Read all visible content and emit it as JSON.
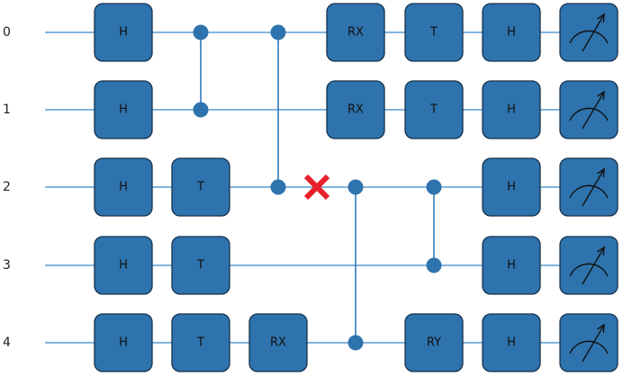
{
  "qubit_labels": [
    "0",
    "1",
    "2",
    "3",
    "4"
  ],
  "operations": [
    {
      "type": "gate",
      "label": "H",
      "qubit": 0,
      "col": 0
    },
    {
      "type": "gate",
      "label": "H",
      "qubit": 1,
      "col": 0
    },
    {
      "type": "gate",
      "label": "H",
      "qubit": 2,
      "col": 0
    },
    {
      "type": "gate",
      "label": "H",
      "qubit": 3,
      "col": 0
    },
    {
      "type": "gate",
      "label": "H",
      "qubit": 4,
      "col": 0
    },
    {
      "type": "gate",
      "label": "T",
      "qubit": 2,
      "col": 1
    },
    {
      "type": "gate",
      "label": "T",
      "qubit": 3,
      "col": 1
    },
    {
      "type": "gate",
      "label": "T",
      "qubit": 4,
      "col": 1
    },
    {
      "type": "control",
      "qubits": [
        0,
        1
      ],
      "col": 1
    },
    {
      "type": "control",
      "qubits": [
        0,
        2
      ],
      "col": 2
    },
    {
      "type": "gate",
      "label": "RX",
      "qubit": 4,
      "col": 2
    },
    {
      "type": "error",
      "qubit": 2,
      "col": 2.5
    },
    {
      "type": "control",
      "qubits": [
        2,
        4
      ],
      "col": 3
    },
    {
      "type": "gate",
      "label": "RX",
      "qubit": 0,
      "col": 3
    },
    {
      "type": "gate",
      "label": "RX",
      "qubit": 1,
      "col": 3
    },
    {
      "type": "gate",
      "label": "T",
      "qubit": 0,
      "col": 4
    },
    {
      "type": "gate",
      "label": "T",
      "qubit": 1,
      "col": 4
    },
    {
      "type": "control",
      "qubits": [
        2,
        3
      ],
      "col": 4
    },
    {
      "type": "gate",
      "label": "RY",
      "qubit": 4,
      "col": 4
    },
    {
      "type": "gate",
      "label": "H",
      "qubit": 0,
      "col": 5
    },
    {
      "type": "gate",
      "label": "H",
      "qubit": 1,
      "col": 5
    },
    {
      "type": "gate",
      "label": "H",
      "qubit": 2,
      "col": 5
    },
    {
      "type": "gate",
      "label": "H",
      "qubit": 3,
      "col": 5
    },
    {
      "type": "gate",
      "label": "H",
      "qubit": 4,
      "col": 5
    },
    {
      "type": "measure",
      "qubit": 0,
      "col": 6
    },
    {
      "type": "measure",
      "qubit": 1,
      "col": 6
    },
    {
      "type": "measure",
      "qubit": 2,
      "col": 6
    },
    {
      "type": "measure",
      "qubit": 3,
      "col": 6
    },
    {
      "type": "measure",
      "qubit": 4,
      "col": 6
    }
  ],
  "colors": {
    "gate_fill": "#2e73ad",
    "gate_border": "#17324d",
    "wire": "#5b9bd0",
    "error_mark": "#e8202a"
  }
}
